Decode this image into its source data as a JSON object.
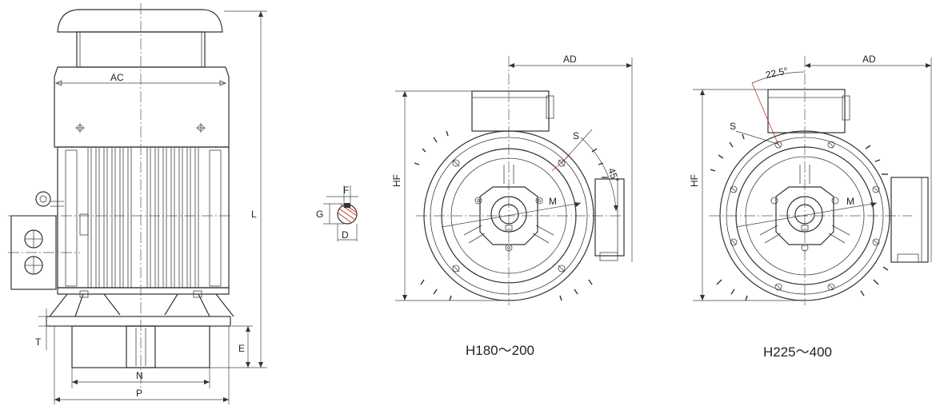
{
  "labels": {
    "side": {
      "ac": "AC",
      "l": "L",
      "t": "T",
      "e": "E",
      "n": "N",
      "p": "P"
    },
    "shaft": {
      "f": "F",
      "g": "G",
      "d": "D"
    },
    "view1": {
      "ad": "AD",
      "hf": "HF",
      "s": "S",
      "m": "M",
      "angle": "45°"
    },
    "view2": {
      "ad": "AD",
      "hf": "HF",
      "s": "S",
      "m": "M",
      "angle": "22.5°"
    }
  },
  "captions": {
    "view1": "H180～200",
    "view2": "H225～400"
  },
  "colors": {
    "line": "#333333",
    "accent": "#c0392b"
  }
}
